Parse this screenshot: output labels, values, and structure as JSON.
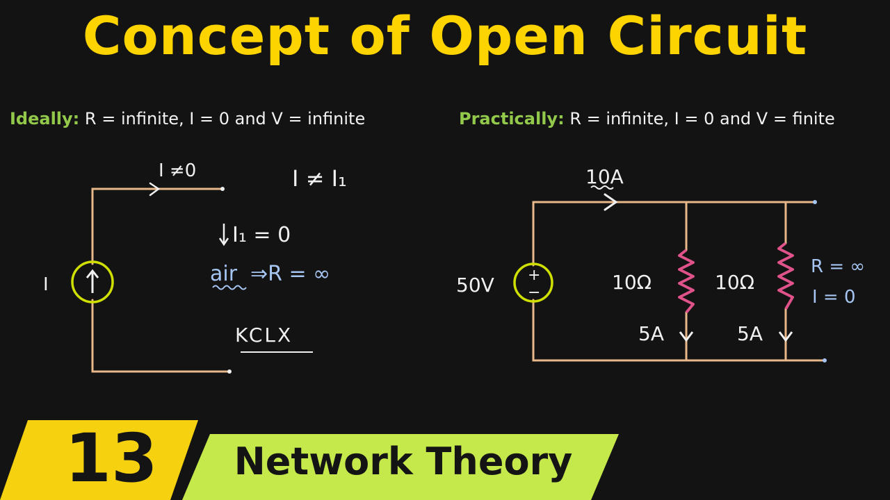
{
  "title": "Concept of Open Circuit",
  "ideal": {
    "label": "Ideally:",
    "text": "R = infinite, I = 0 and V = infinite"
  },
  "practical": {
    "label": "Practically:",
    "text": "R = infinite, I = 0 and V = finite"
  },
  "left_circuit": {
    "source_label": "I",
    "current_note": "I ≠0",
    "inequality": "I ≠ I₁",
    "branch_current": "I₁ = 0",
    "air_word": "air",
    "air_result": "⇒R = ∞",
    "kcl": "KCLX"
  },
  "right_circuit": {
    "source_label": "50V",
    "source_plus": "+",
    "source_minus": "−",
    "total_current": "10A",
    "resistor1": "10Ω",
    "resistor2": "10Ω",
    "current1": "5A",
    "current2": "5A",
    "open_r": "R = ∞",
    "open_i": "I = 0"
  },
  "banner": {
    "number": "13",
    "course": "Network Theory"
  },
  "colors": {
    "title": "#fdd400",
    "wire": "#e8b88a",
    "source": "#cfe000",
    "resistor": "#e0528a",
    "green": "#93c94a",
    "banner": "#f5d10f",
    "banner_green": "#c5e84a"
  }
}
